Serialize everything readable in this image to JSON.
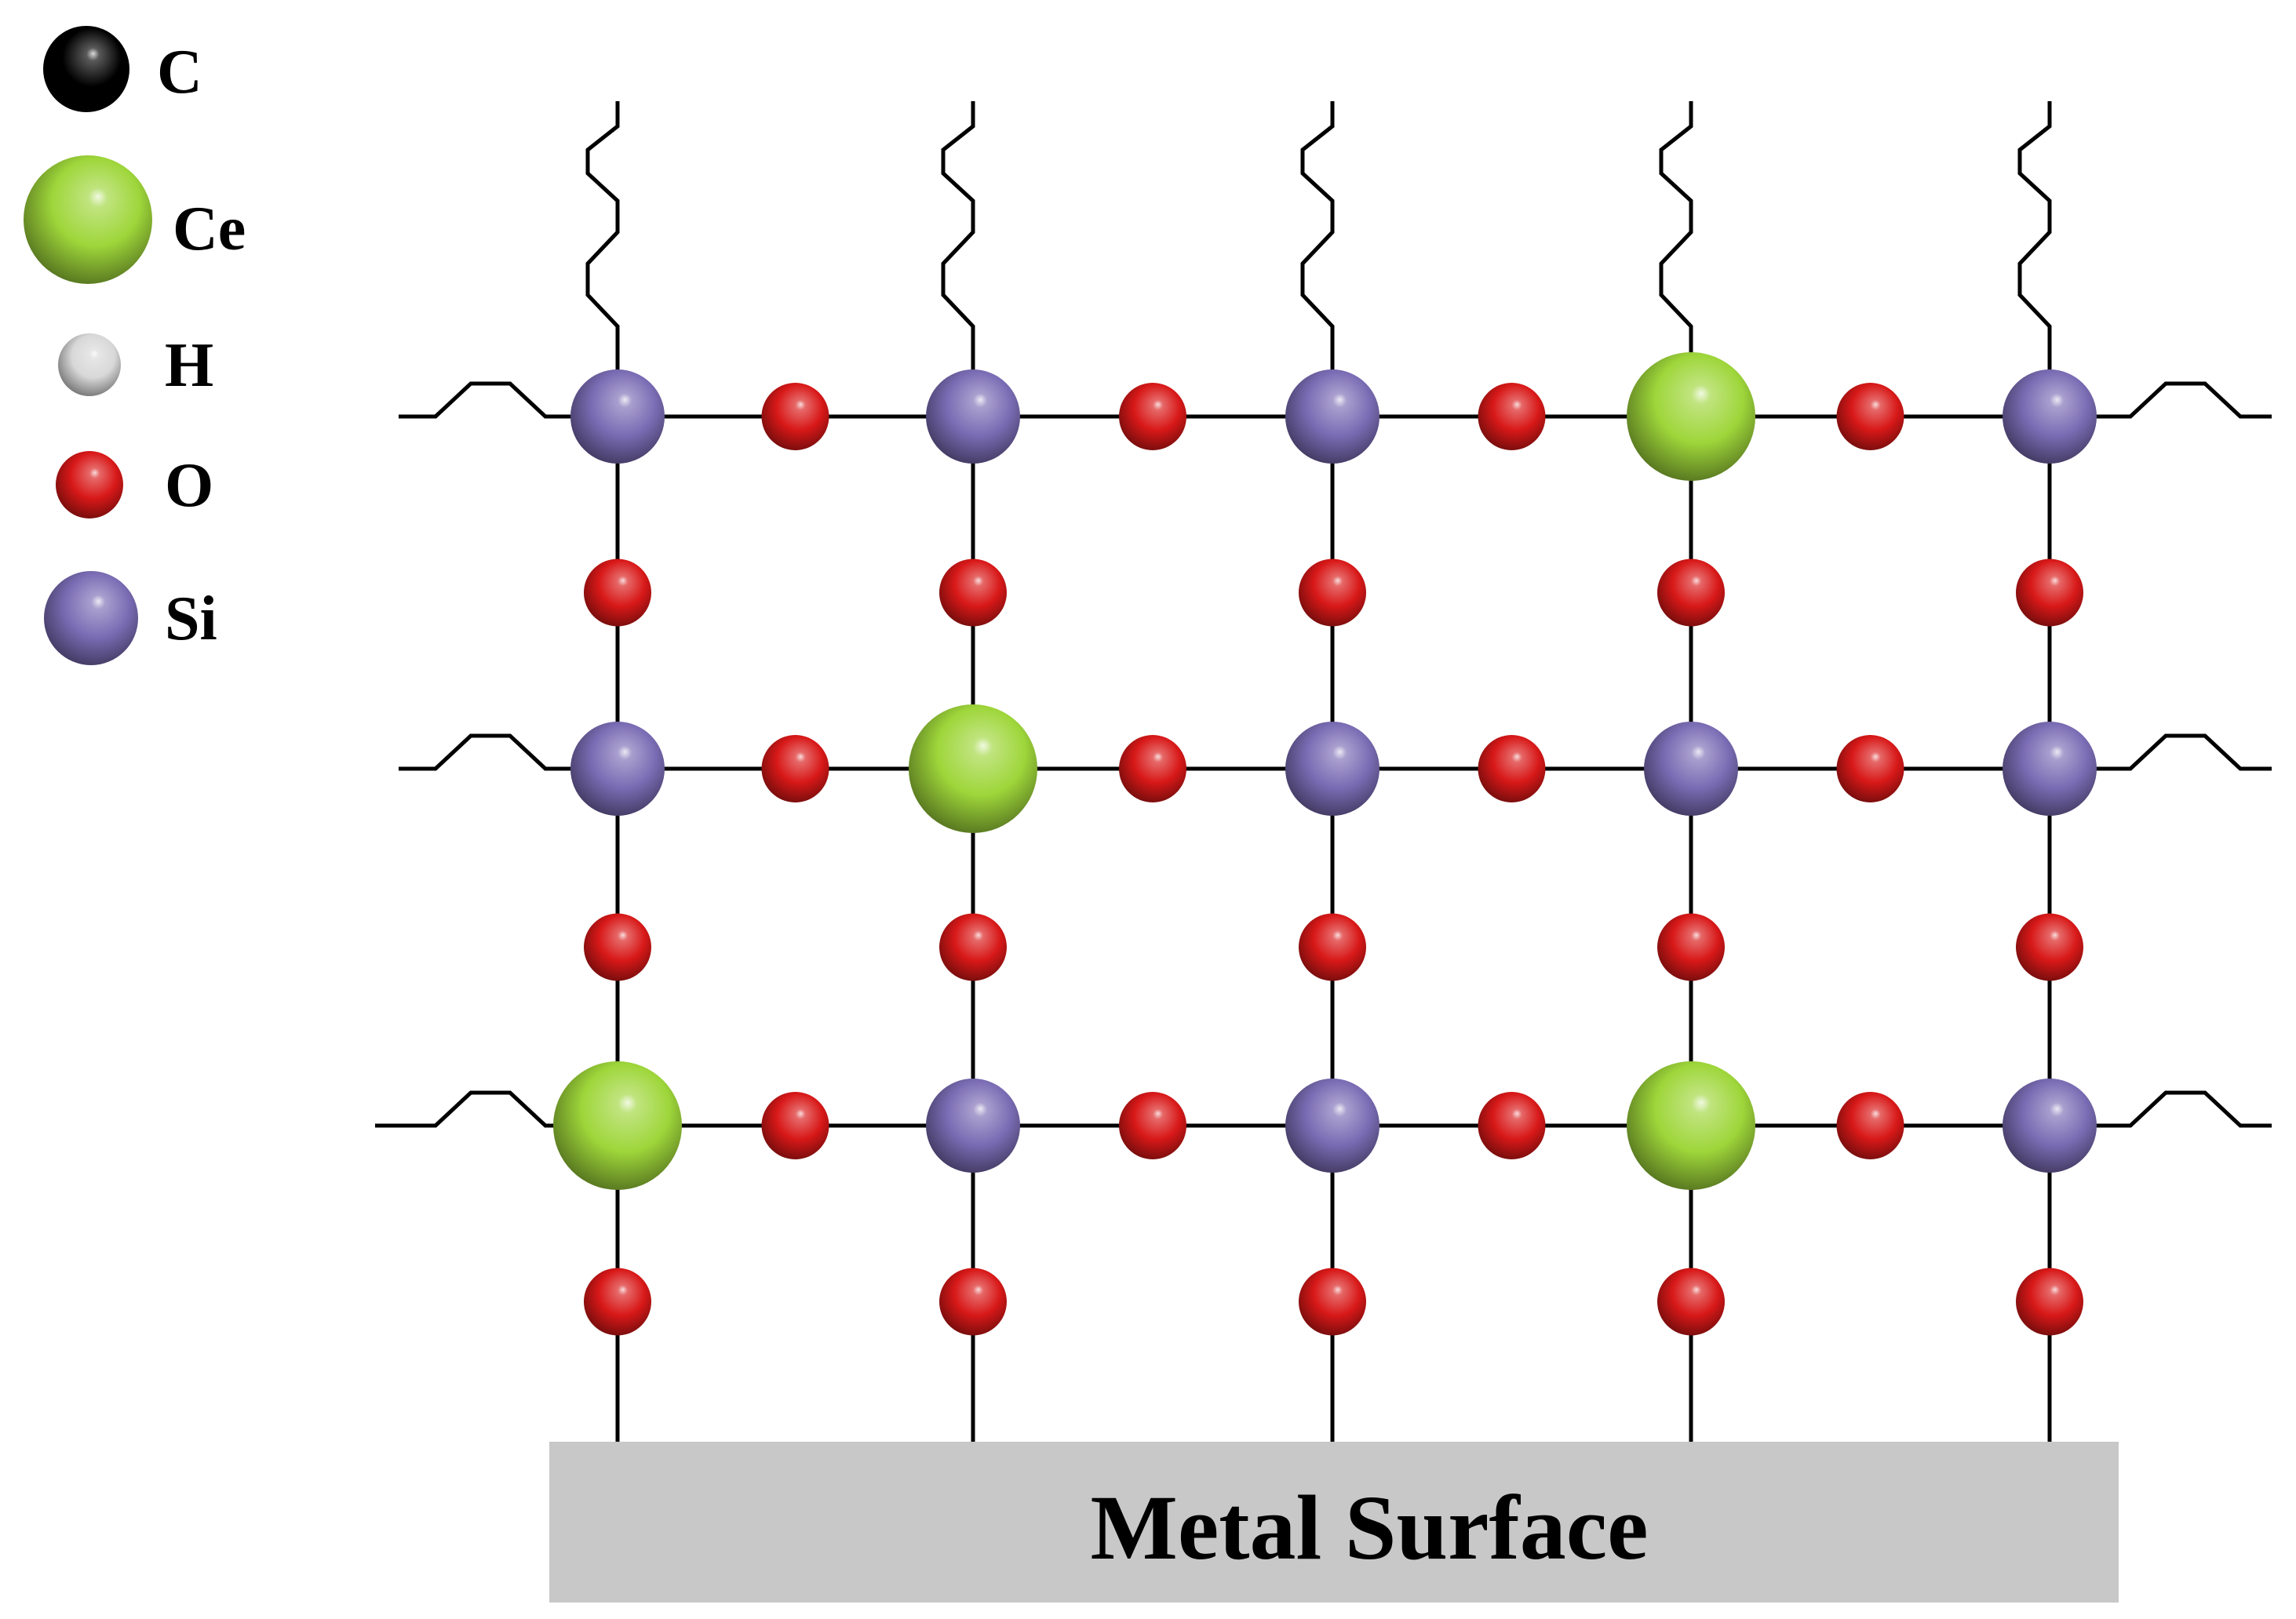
{
  "legend": [
    {
      "symbol": "C",
      "label": "C",
      "color": "#000000"
    },
    {
      "symbol": "Ce",
      "label": "Ce",
      "color": "#9ed63a"
    },
    {
      "symbol": "H",
      "label": "H",
      "color": "#d8d8d8"
    },
    {
      "symbol": "O",
      "label": "O",
      "color": "#d81818"
    },
    {
      "symbol": "Si",
      "label": "Si",
      "color": "#7a6cb4"
    }
  ],
  "lattice": {
    "columns": 5,
    "rows": 3,
    "nodes": [
      [
        "Si",
        "Si",
        "Si",
        "Ce",
        "Si"
      ],
      [
        "Si",
        "Ce",
        "Si",
        "Si",
        "Si"
      ],
      [
        "Ce",
        "Si",
        "Si",
        "Ce",
        "Si"
      ]
    ],
    "bridging_atom": "O"
  },
  "substrate": {
    "label": "Metal Surface",
    "color": "#c8c8c8"
  }
}
